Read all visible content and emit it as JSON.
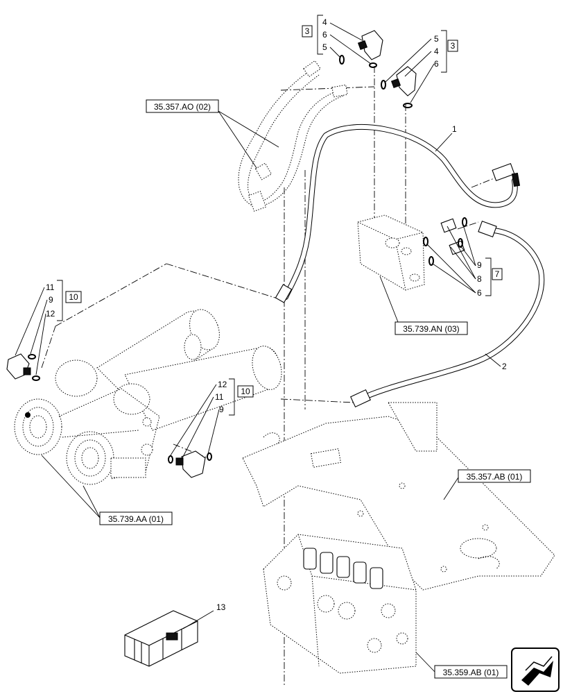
{
  "references": {
    "hydraulic_lines_top": "35.357.AO (02)",
    "valve_block": "35.739.AN (03)",
    "cylinders": "35.739.AA (01)",
    "frame": "35.357.AB (01)",
    "control_valve": "35.359.AB (01)"
  },
  "kits": {
    "kit_3_top_left": "3",
    "kit_3_top_right": "3",
    "kit_7": "7",
    "kit_10_left": "10",
    "kit_10_mid": "10"
  },
  "item_numbers": {
    "tl_4": "4",
    "tl_6": "6",
    "tl_5": "5",
    "tr_5": "5",
    "tr_4": "4",
    "tr_6": "6",
    "hose_1": "1",
    "hose_2": "2",
    "vb_9": "9",
    "vb_8": "8",
    "vb_6": "6",
    "l_11": "11",
    "l_9": "9",
    "l_12": "12",
    "m_12": "12",
    "m_11": "11",
    "m_9": "9",
    "item_13": "13"
  }
}
